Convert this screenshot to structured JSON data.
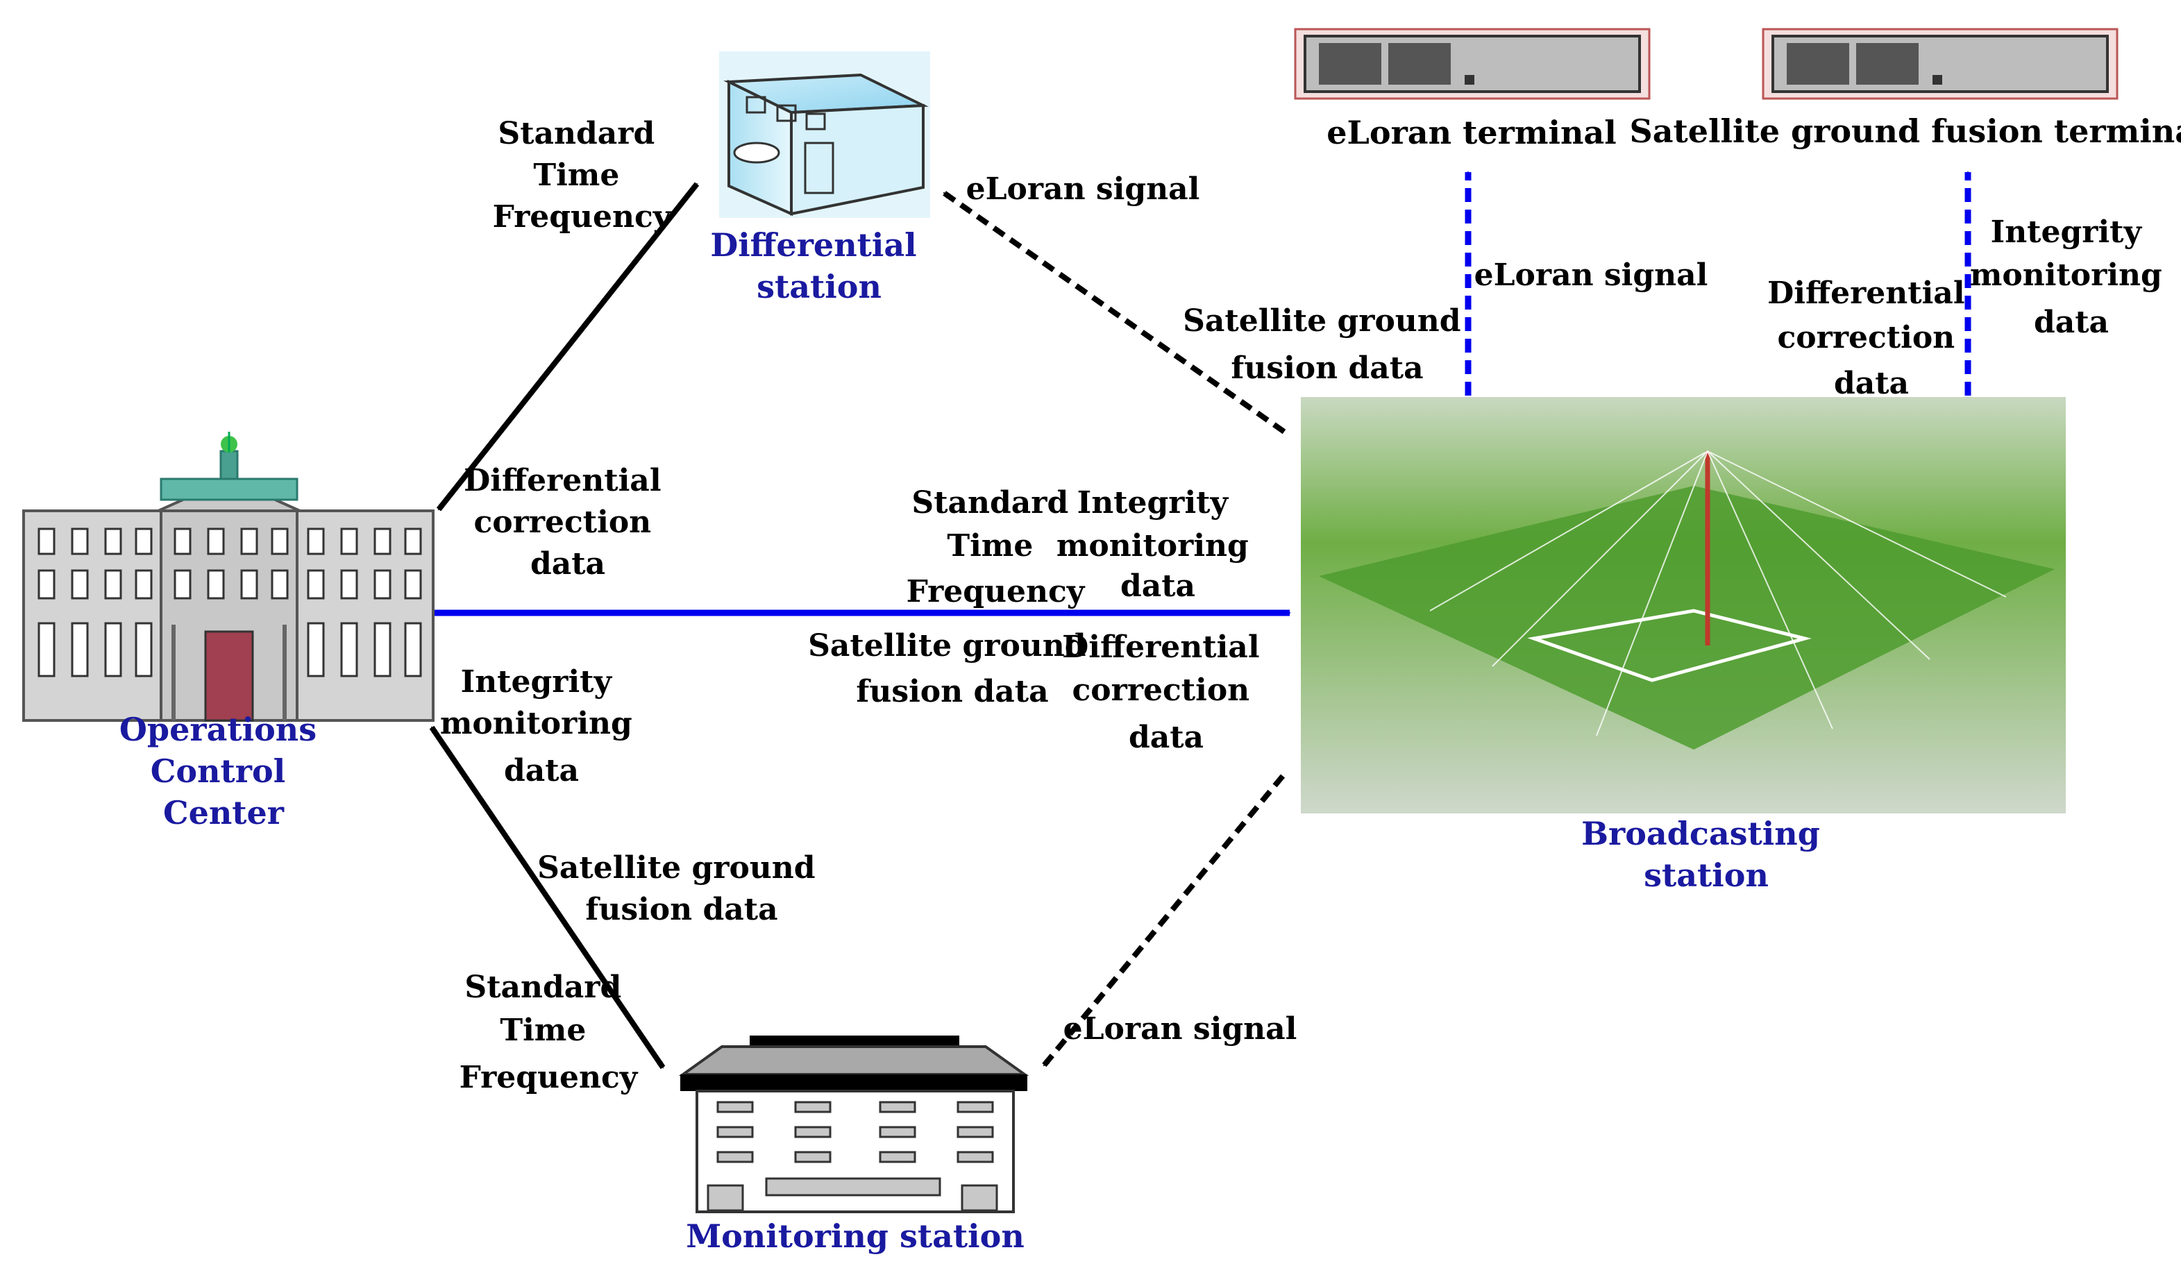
{
  "colors": {
    "label_text": "#000000",
    "node_text": "#1a1aa0",
    "blue_link": "#0000ee",
    "black_link": "#000000",
    "field_green": "#5fa83a"
  },
  "nodes": {
    "operations": [
      "Operations",
      "Control",
      "Center"
    ],
    "differential": [
      "Differential",
      "station"
    ],
    "broadcasting": [
      "Broadcasting",
      "station"
    ],
    "monitoring": [
      "Monitoring station"
    ],
    "eloran_terminal": [
      "eLoran terminal"
    ],
    "fusion_terminal": [
      "Satellite ground fusion terminal"
    ]
  },
  "labels": {
    "ops_diff_time": [
      "Standard",
      "Time",
      "Frequency"
    ],
    "diff_to_ops_correction": [
      "Differential",
      "correction",
      "data"
    ],
    "bc_to_diff_signal": [
      "eLoran signal"
    ],
    "bc_to_diff_fusion": [
      "Satellite ground",
      "fusion data"
    ],
    "term_eloran_signal": [
      "eLoran signal"
    ],
    "term_diff_correction": [
      "Differential",
      "correction",
      "data"
    ],
    "term_integrity": [
      "Integrity",
      "monitoring",
      "data"
    ],
    "main_time": [
      "Standard",
      "Time",
      "Frequency"
    ],
    "main_integrity": [
      "Integrity",
      "monitoring",
      "data"
    ],
    "main_fusion": [
      "Satellite ground",
      "fusion data"
    ],
    "main_correction": [
      "Differential",
      "correction",
      "data"
    ],
    "mon_to_ops_integrity": [
      "Integrity",
      "monitoring",
      "data"
    ],
    "mon_to_ops_fusion": [
      "Satellite ground",
      "fusion data"
    ],
    "ops_mon_time": [
      "Standard",
      "Time",
      "Frequency"
    ],
    "bc_to_mon_signal": [
      "eLoran signal"
    ]
  }
}
